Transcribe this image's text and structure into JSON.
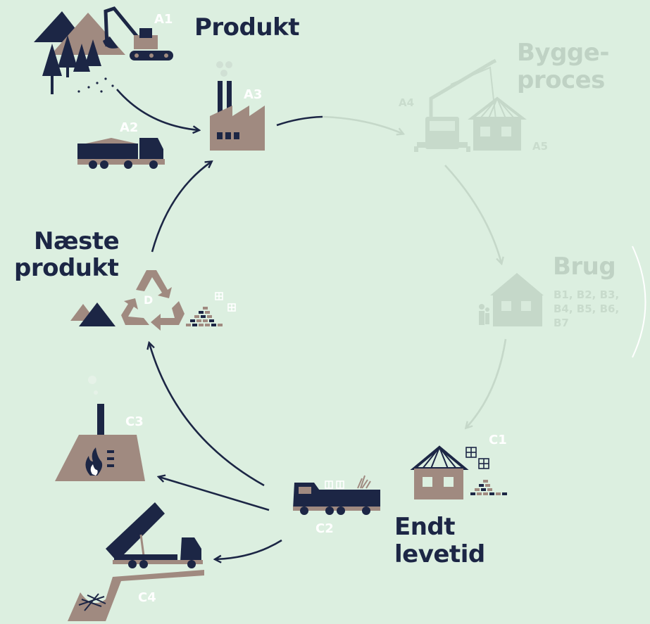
{
  "stages": {
    "produkt": {
      "label": "Produkt",
      "codes": [
        "A1",
        "A2",
        "A3"
      ]
    },
    "byggeproces": {
      "label_line1": "Bygge-",
      "label_line2": "proces",
      "codes": [
        "A4",
        "A5"
      ]
    },
    "brug": {
      "label": "Brug",
      "detail_line1": "B1, B2, B3,",
      "detail_line2": "B4, B5, B6,",
      "detail_line3": "B7"
    },
    "endt_levetid": {
      "label_line1": "Endt",
      "label_line2": "levetid",
      "codes": [
        "C1",
        "C2",
        "C3",
        "C4"
      ]
    },
    "naeste_produkt": {
      "label_line1": "Næste",
      "label_line2": "produkt",
      "code": "D"
    }
  },
  "colors": {
    "background": "#dcefe0",
    "navy": "#1c2645",
    "taupe": "#a08a80",
    "faded": "#c5d8c9",
    "white": "#ffffff"
  },
  "icons": [
    "forest-icon",
    "excavator-icon",
    "dump-truck-icon",
    "factory-icon",
    "crane-truck-icon",
    "house-frame-icon",
    "house-icon",
    "person-icon",
    "recycle-icon",
    "brick-pile-icon",
    "incinerator-icon",
    "tipper-truck-icon",
    "landfill-icon",
    "flatbed-truck-icon"
  ]
}
